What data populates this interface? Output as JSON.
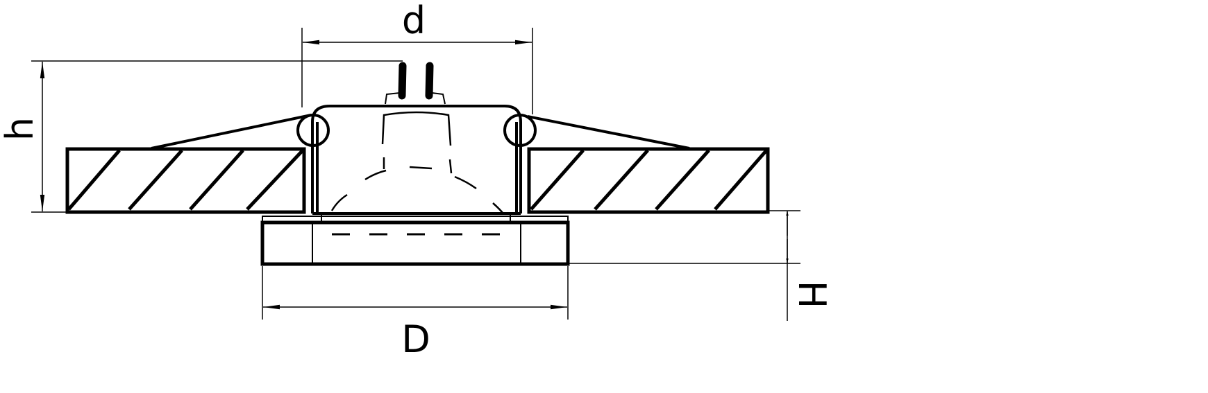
{
  "diagram": {
    "labels": {
      "d": "d",
      "h": "h",
      "D": "D",
      "H": "H"
    },
    "colors": {
      "line": "#000000",
      "background": "#ffffff"
    }
  }
}
